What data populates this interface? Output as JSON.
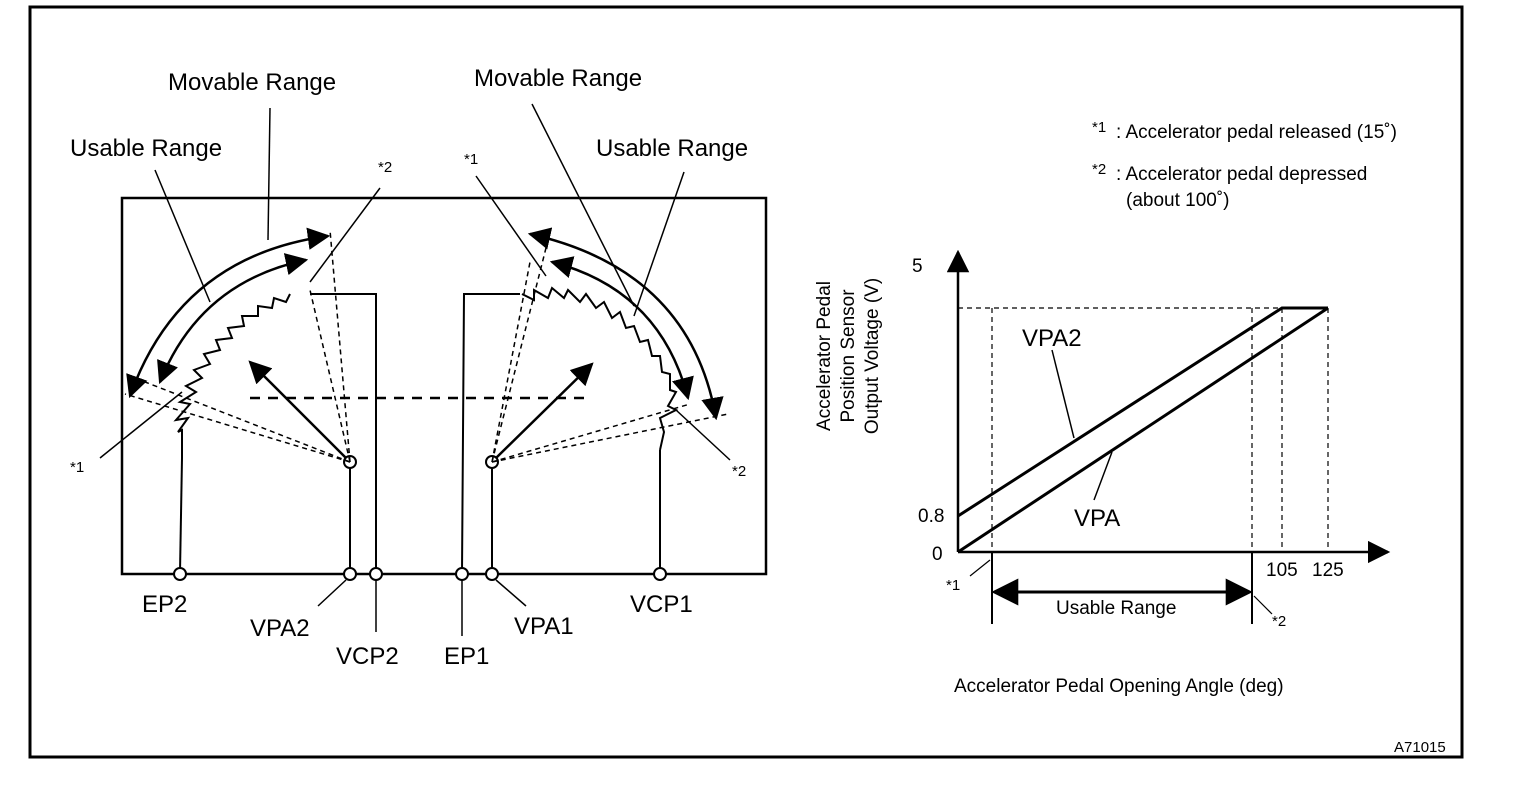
{
  "figure_id": "A71015",
  "colors": {
    "ink": "#000000",
    "paper": "#ffffff"
  },
  "sensor": {
    "left": {
      "movable_range": "Movable Range",
      "usable_range": "Usable Range",
      "mark_released": "*1",
      "mark_depressed": "*2"
    },
    "right": {
      "movable_range": "Movable Range",
      "usable_range": "Usable Range",
      "mark_released": "*1",
      "mark_depressed": "*2"
    },
    "terminals": [
      "EP2",
      "VPA2",
      "VCP2",
      "EP1",
      "VPA1",
      "VCP1"
    ]
  },
  "notes": {
    "n1_mark": "*1",
    "n1_text": ": Accelerator pedal released (15˚)",
    "n2_mark": "*2",
    "n2_text": ": Accelerator pedal depressed",
    "n2_text2": "(about 100˚)"
  },
  "chart": {
    "y_label_lines": [
      "Accelerator Pedal",
      "Position Sensor",
      "Output Voltage (V)"
    ],
    "x_label": "Accelerator Pedal Opening Angle (deg)",
    "y_ticks": [
      "5",
      "0.8",
      "0"
    ],
    "x_ticks": [
      "105",
      "125"
    ],
    "series_labels": [
      "VPA2",
      "VPA"
    ],
    "usable_range": "Usable Range",
    "mark_released": "*1",
    "mark_depressed": "*2"
  },
  "chart_data": {
    "type": "line",
    "xlabel": "Accelerator Pedal Opening Angle (deg)",
    "ylabel": "Accelerator Pedal Position Sensor Output Voltage (V)",
    "x_ticks": [
      105,
      125
    ],
    "y_ticks": [
      0,
      0.8,
      5
    ],
    "series": [
      {
        "name": "VPA2",
        "points": [
          [
            0,
            0.8
          ],
          [
            105,
            4.3
          ],
          [
            125,
            4.3
          ]
        ]
      },
      {
        "name": "VPA",
        "points": [
          [
            0,
            0
          ],
          [
            125,
            4.3
          ]
        ]
      }
    ],
    "annotations": [
      "Usable Range",
      "*1",
      "*2"
    ]
  }
}
